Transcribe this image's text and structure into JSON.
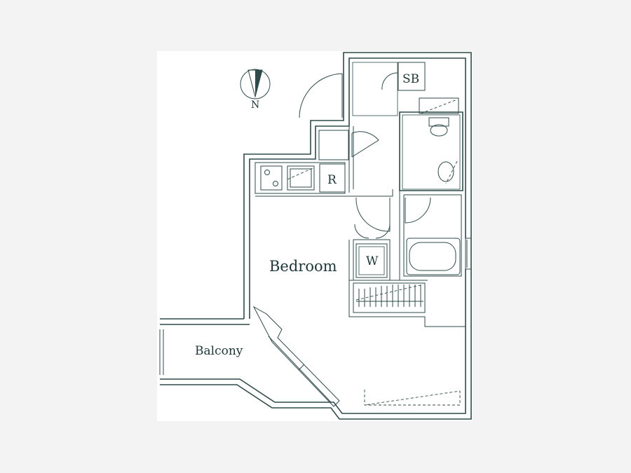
{
  "rooms": {
    "bedroom": "Bedroom",
    "balcony": "Balcony",
    "refrigerator": "R",
    "shoe_box": "SB",
    "washer": "W"
  },
  "compass": {
    "north": "N"
  },
  "colors": {
    "wall": "#2f4a4a",
    "paper": "#ffffff",
    "background": "#f3f3f3"
  }
}
